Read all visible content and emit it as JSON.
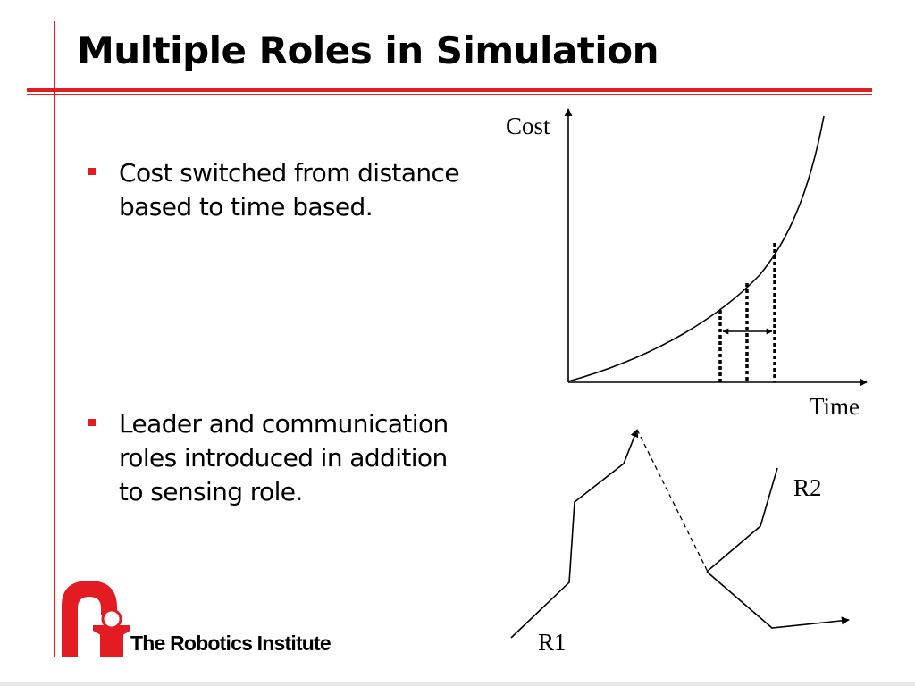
{
  "slide": {
    "title": "Multiple Roles in Simulation",
    "bullets": [
      "Cost switched from distance based to time based.",
      "Leader and communication roles introduced in addition to sensing role."
    ]
  },
  "cost_diagram": {
    "y_axis_label": "Cost",
    "x_axis_label": "Time"
  },
  "robot_paths": {
    "labels": [
      "R1",
      "R2"
    ]
  },
  "footer": {
    "institute": "The Robotics Institute"
  },
  "colors": {
    "accent_red": "#e31b23",
    "text": "#000000",
    "background": "#ffffff"
  }
}
